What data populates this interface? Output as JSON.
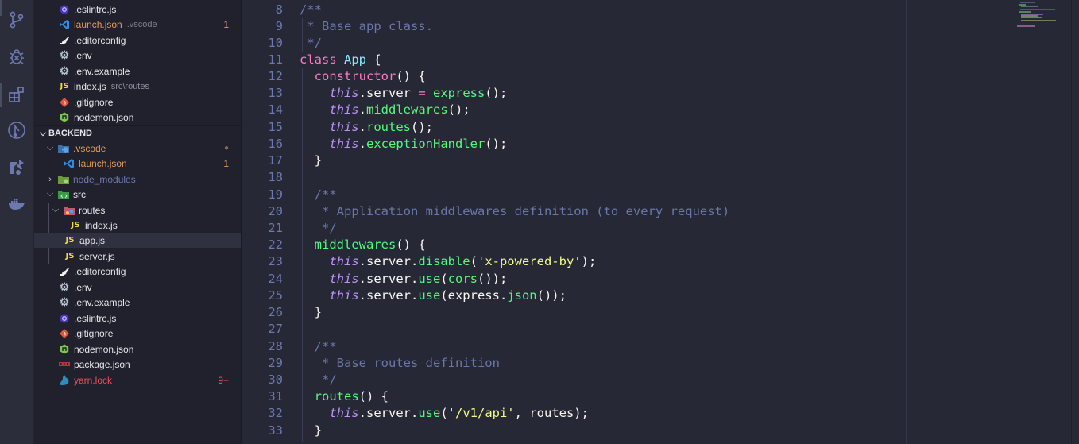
{
  "activity_bar": {
    "icons": [
      {
        "name": "source-control-icon"
      },
      {
        "name": "debug-icon"
      },
      {
        "name": "extensions-icon"
      },
      {
        "name": "gitlens-icon"
      },
      {
        "name": "remote-explorer-icon"
      },
      {
        "name": "docker-icon"
      }
    ]
  },
  "explorer": {
    "open_editors": [
      {
        "label": ".eslintrc.js",
        "icon": "eslint-icon"
      },
      {
        "label": "launch.json",
        "description": ".vscode",
        "badge": "1",
        "icon": "vscode-icon",
        "status": "warning"
      },
      {
        "label": ".editorconfig",
        "icon": "editorconfig-icon"
      },
      {
        "label": ".env",
        "icon": "gear-icon"
      },
      {
        "label": ".env.example",
        "icon": "gear-icon"
      },
      {
        "label": "index.js",
        "description": "src\\routes",
        "icon": "js-icon"
      },
      {
        "label": ".gitignore",
        "icon": "git-icon"
      },
      {
        "label": "nodemon.json",
        "icon": "nodemon-icon"
      }
    ],
    "section_title": "BACKEND",
    "tree": [
      {
        "label": ".vscode",
        "type": "folder",
        "expanded": true,
        "badge": "●",
        "status": "modified"
      },
      {
        "label": "launch.json",
        "badge": "1",
        "status": "warning"
      },
      {
        "label": "node_modules",
        "type": "folder",
        "expanded": false,
        "status": "ignored"
      },
      {
        "label": "src",
        "type": "folder",
        "expanded": true
      },
      {
        "label": "routes",
        "type": "folder",
        "expanded": true
      },
      {
        "label": "index.js"
      },
      {
        "label": "app.js",
        "selected": true
      },
      {
        "label": "server.js"
      },
      {
        "label": ".editorconfig"
      },
      {
        "label": ".env"
      },
      {
        "label": ".env.example"
      },
      {
        "label": ".eslintrc.js"
      },
      {
        "label": ".gitignore"
      },
      {
        "label": "nodemon.json"
      },
      {
        "label": "package.json"
      },
      {
        "label": "yarn.lock",
        "badge": "9+",
        "status": "error"
      }
    ]
  },
  "editor": {
    "line_numbers": [
      "8",
      "9",
      "10",
      "11",
      "12",
      "13",
      "14",
      "15",
      "16",
      "17",
      "18",
      "19",
      "20",
      "21",
      "22",
      "23",
      "24",
      "25",
      "26",
      "27",
      "28",
      "29",
      "30",
      "31",
      "32",
      "33"
    ],
    "lines": [
      "/**",
      " * Base app class.",
      " */",
      "class App {",
      "  constructor() {",
      "    this.server = express();",
      "    this.middlewares();",
      "    this.routes();",
      "    this.exceptionHandler();",
      "  }",
      "",
      "  /**",
      "   * Application middlewares definition (to every request)",
      "   */",
      "  middlewares() {",
      "    this.server.disable('x-powered-by');",
      "    this.server.use(cors());",
      "    this.server.use(express.json());",
      "  }",
      "",
      "  /**",
      "   * Base routes definition",
      "   */",
      "  routes() {",
      "    this.server.use('/v1/api', routes);",
      "  }"
    ]
  },
  "colors": {
    "background": "#262835",
    "sidebar": "#20212c",
    "comment": "#6b77a8",
    "keyword": "#ff79c6",
    "function": "#50fa7b",
    "class": "#8be9fd",
    "this": "#bd93f9",
    "string": "#f1fa8c",
    "warning": "#e69a5a",
    "error": "#e8535c"
  }
}
